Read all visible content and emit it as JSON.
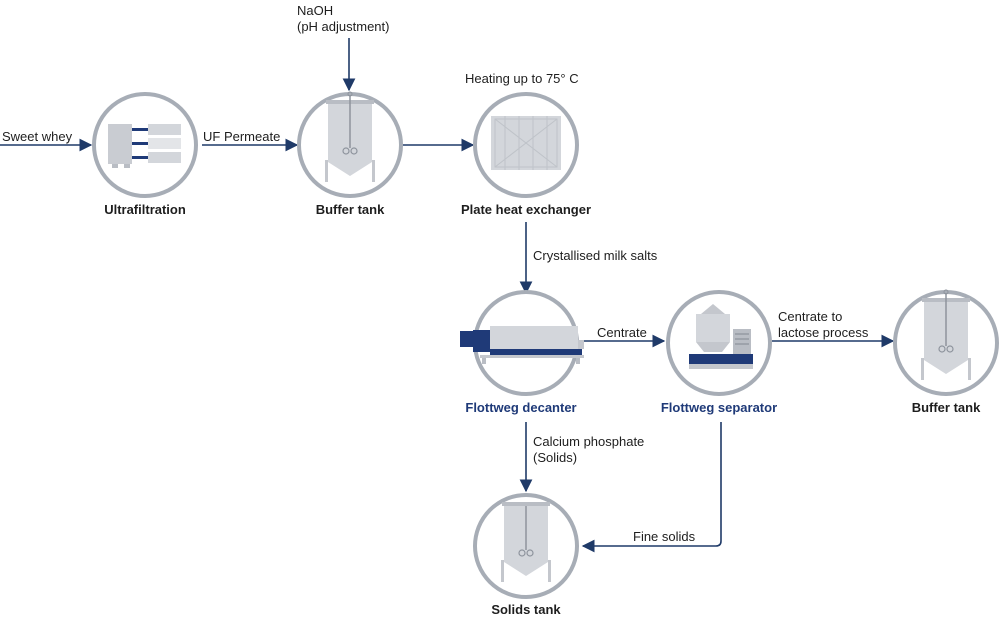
{
  "colors": {
    "line": "#1f3a68",
    "circle_border": "#a7adb6",
    "equipment": "#d3d6db",
    "equipment_dark": "#b9bdc4",
    "accent": "#1f3a78"
  },
  "nodes": {
    "ultrafiltration": {
      "title": "Ultrafiltration",
      "icon": "ultrafiltration-icon"
    },
    "buffer_tank_1": {
      "title": "Buffer tank",
      "icon": "tank-with-agitator-icon"
    },
    "plate_heat_exchanger": {
      "title": "Plate heat exchanger",
      "icon": "plate-heat-exchanger-icon"
    },
    "decanter": {
      "title": "Flottweg decanter",
      "icon": "decanter-centrifuge-icon"
    },
    "separator": {
      "title": "Flottweg separator",
      "icon": "disc-separator-icon"
    },
    "buffer_tank_2": {
      "title": "Buffer tank",
      "icon": "tank-with-agitator-icon"
    },
    "solids_tank": {
      "title": "Solids tank",
      "icon": "open-tank-with-agitator-icon"
    }
  },
  "labels": {
    "sweet_whey": "Sweet whey",
    "uf_permeate": "UF Permeate",
    "naoh_line1": "NaOH",
    "naoh_line2": "(pH adjustment)",
    "heating": "Heating up to 75° C",
    "crystallised": "Crystallised milk salts",
    "centrate": "Centrate",
    "centrate_lactose_line1": "Centrate to",
    "centrate_lactose_line2": "lactose process",
    "calcium_line1": "Calcium phosphate",
    "calcium_line2": "(Solids)",
    "fine_solids": "Fine solids"
  }
}
